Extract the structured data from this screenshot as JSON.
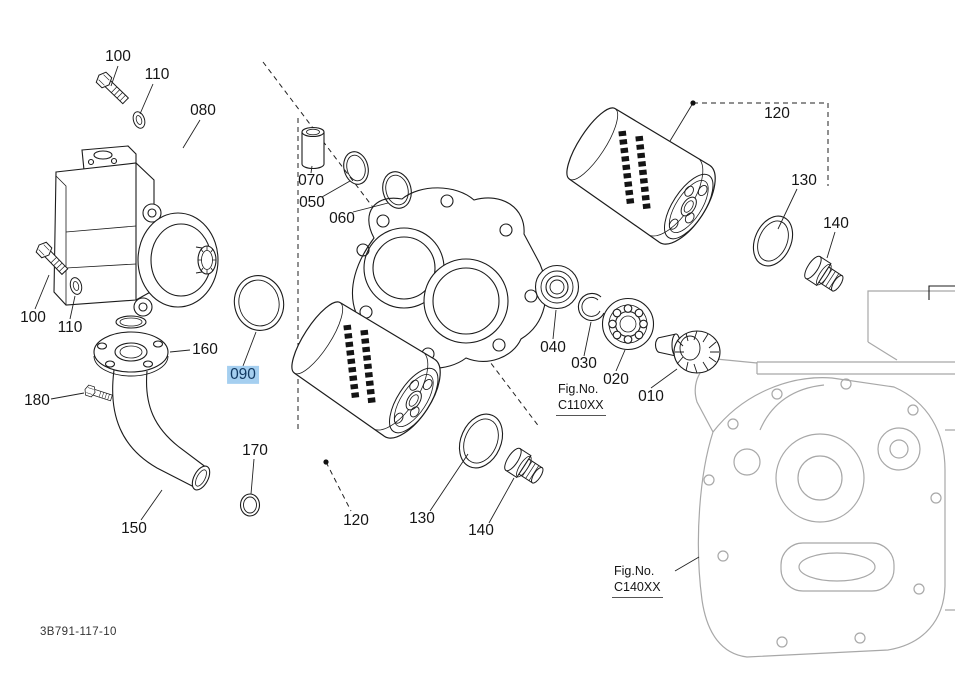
{
  "drawing_number": "3B791-117-10",
  "selected_part": "090",
  "colors": {
    "line": "#1c1c1c",
    "case_gray": "#a8a8a8",
    "highlight_bg": "#a5cff0",
    "highlight_text": "#123a63"
  },
  "labels": [
    {
      "part": "100",
      "text": "100",
      "selected": false
    },
    {
      "part": "110",
      "text": "110",
      "selected": false
    },
    {
      "part": "080",
      "text": "080",
      "selected": false
    },
    {
      "part": "070",
      "text": "070",
      "selected": false
    },
    {
      "part": "050",
      "text": "050",
      "selected": false
    },
    {
      "part": "060",
      "text": "060",
      "selected": false
    },
    {
      "part": "120",
      "text": "120",
      "selected": false
    },
    {
      "part": "130",
      "text": "130",
      "selected": false
    },
    {
      "part": "140",
      "text": "140",
      "selected": false
    },
    {
      "part": "040",
      "text": "040",
      "selected": false
    },
    {
      "part": "030",
      "text": "030",
      "selected": false
    },
    {
      "part": "020",
      "text": "020",
      "selected": false
    },
    {
      "part": "010",
      "text": "010",
      "selected": false
    },
    {
      "part": "160",
      "text": "160",
      "selected": false
    },
    {
      "part": "090",
      "text": "090",
      "selected": true
    },
    {
      "part": "100",
      "text": "100",
      "selected": false
    },
    {
      "part": "110",
      "text": "110",
      "selected": false
    },
    {
      "part": "180",
      "text": "180",
      "selected": false
    },
    {
      "part": "170",
      "text": "170",
      "selected": false
    },
    {
      "part": "150",
      "text": "150",
      "selected": false
    },
    {
      "part": "120",
      "text": "120",
      "selected": false
    },
    {
      "part": "130",
      "text": "130",
      "selected": false
    },
    {
      "part": "140",
      "text": "140",
      "selected": false
    }
  ],
  "fig_refs": [
    {
      "prefix": "Fig.No.",
      "code": "C110XX"
    },
    {
      "prefix": "Fig.No.",
      "code": "C140XX"
    }
  ]
}
